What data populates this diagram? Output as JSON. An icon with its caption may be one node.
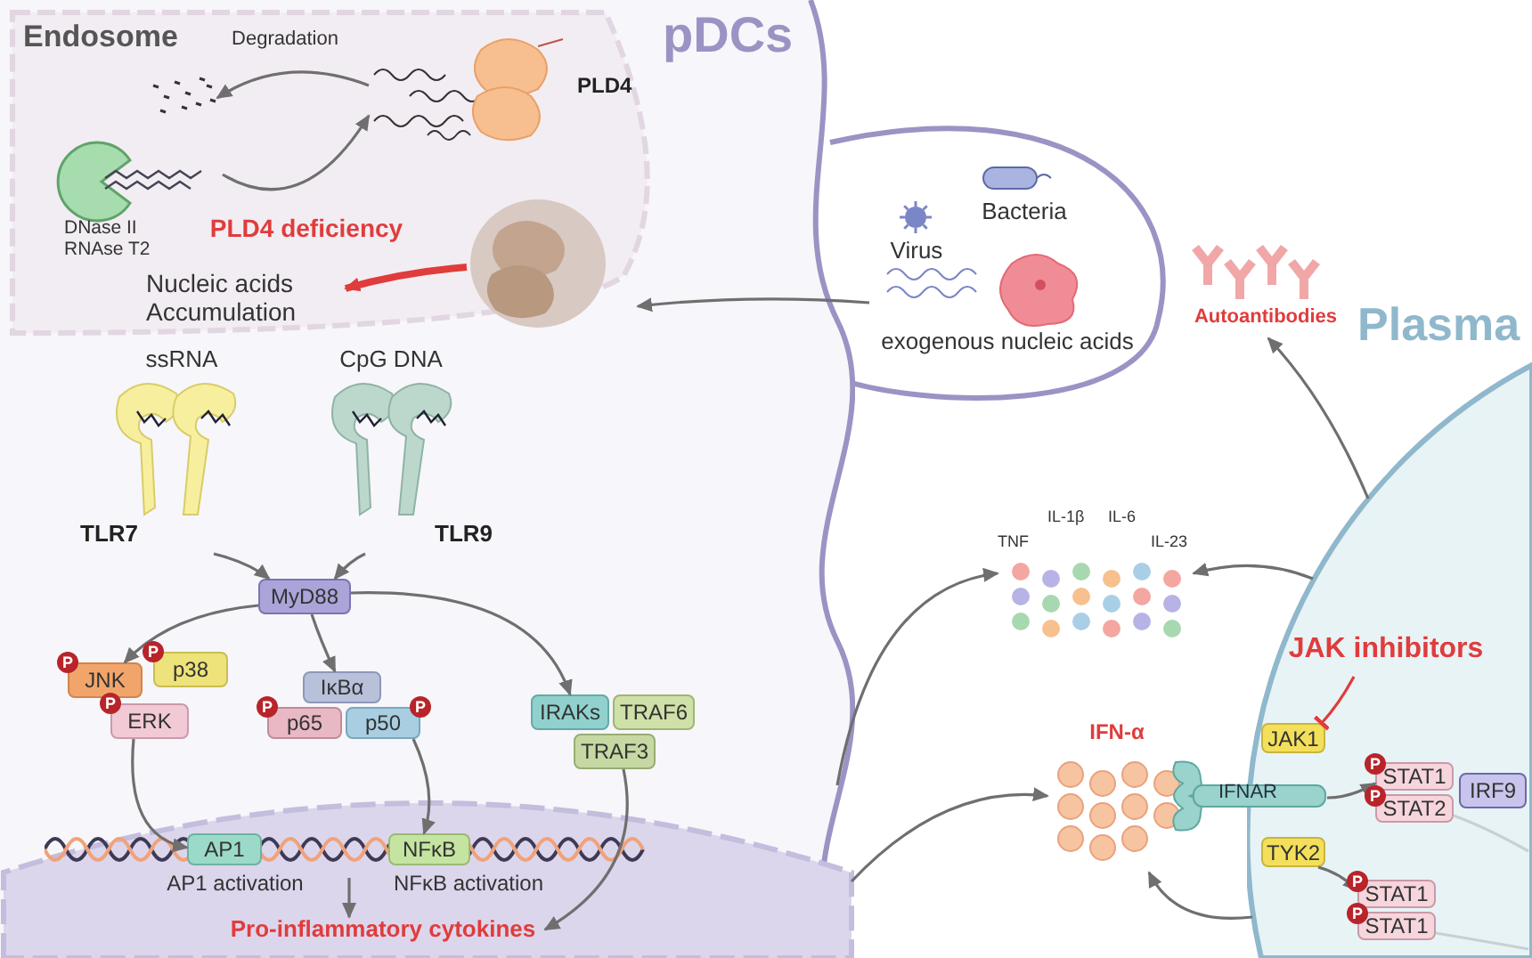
{
  "diagram": {
    "nodes": [
      {
        "text": [
          "pDCs"
        ]
      },
      {
        "text": [
          "Endosome"
        ],
        "in": 0
      },
      {
        "text": [],
        "shape": "picture",
        "in": 1
      },
      {
        "text": [
          "DNase II RNAse T2"
        ],
        "in": 1
      },
      {
        "text": [],
        "shape": "picture",
        "in": 1
      },
      {
        "text": [
          "PLD4"
        ],
        "in": 1
      },
      {
        "text": [],
        "shape": "picture",
        "in": 1
      },
      {
        "text": [
          "Nucleic acids Accumulation"
        ],
        "in": 1
      },
      {
        "text": [
          "ssRNA",
          "TLR7"
        ],
        "in": 0
      },
      {
        "text": [
          "CpG DNA",
          "TLR9"
        ],
        "in": 0
      },
      {
        "text": [
          "MyD88"
        ],
        "in": 0
      },
      {
        "text": [
          "JNK"
        ],
        "in": 0
      },
      {
        "text": [
          "p38"
        ],
        "in": 0
      },
      {
        "text": [
          "ERK"
        ],
        "in": 0
      },
      {
        "text": [
          "IκBα"
        ],
        "in": 0
      },
      {
        "text": [
          "p65"
        ],
        "in": 0
      },
      {
        "text": [
          "p50"
        ],
        "in": 0
      },
      {
        "text": [
          "IRAKs"
        ],
        "in": 0
      },
      {
        "text": [
          "TRAF6"
        ],
        "in": 0
      },
      {
        "text": [
          "TRAF3"
        ],
        "in": 0
      },
      {
        "text": [],
        "shape": "circle",
        "in": 0
      },
      {
        "text": [
          "AP1"
        ],
        "beside": [
          "AP1 activation"
        ],
        "in": 20
      },
      {
        "text": [
          "NFκB"
        ],
        "beside": [
          "NFκB activation"
        ],
        "in": 20
      },
      {
        "text": [
          "Pro-inflammatory cytokines"
        ],
        "in": 20
      },
      {
        "text": [
          "Virus"
        ]
      },
      {
        "text": [
          "Bacteria"
        ]
      },
      {
        "text": [
          "exogenous nucleic acids"
        ]
      },
      {
        "text": [
          "TNF",
          "IL-1β",
          "IL-6",
          "IL-23"
        ]
      },
      {
        "text": [
          "IFN-α"
        ]
      },
      {
        "text": [
          "Plasma"
        ]
      },
      {
        "text": [
          "Autoantibodies"
        ]
      },
      {
        "text": [
          "IFNAR"
        ]
      },
      {
        "text": [
          "JAK1"
        ],
        "in": 29
      },
      {
        "text": [
          "TYK2"
        ],
        "in": 29
      },
      {
        "text": [
          "STAT1"
        ],
        "in": 29
      },
      {
        "text": [
          "STAT2"
        ],
        "in": 29
      },
      {
        "text": [
          "IRF9"
        ],
        "in": 29
      },
      {
        "text": [
          "STAT1"
        ],
        "in": 29
      },
      {
        "text": [
          "STAT1"
        ],
        "in": 29
      },
      {
        "text": [
          "JAK inhibitors"
        ],
        "in": 29
      }
    ],
    "edges": [
      {
        "from": 3,
        "to": 4,
        "arrow": "to"
      },
      {
        "from": 4,
        "to": 2,
        "arrow": "to",
        "label": "Degradation"
      },
      {
        "from": 6,
        "to": 7,
        "arrow": "to",
        "label": "PLD4 deficiency",
        "style": "thick",
        "color": "#e03c3c"
      },
      {
        "from": 8,
        "to": 10,
        "arrow": "to"
      },
      {
        "from": 9,
        "to": 10,
        "arrow": "to"
      },
      {
        "from": 10,
        "to": 11,
        "arrow": "to"
      },
      {
        "from": 10,
        "to": 14,
        "arrow": "to"
      },
      {
        "from": 10,
        "to": 17,
        "arrow": "to"
      },
      {
        "from": 13,
        "to": 21,
        "arrow": "to"
      },
      {
        "from": 16,
        "to": 22,
        "arrow": "to"
      },
      {
        "from": 19,
        "to": 23,
        "arrow": "to"
      },
      {
        "from": null,
        "to": 23,
        "arrow": "to"
      },
      {
        "from": 26,
        "to": 1,
        "arrow": "to"
      },
      {
        "from": 20,
        "to": 27,
        "arrow": "to"
      },
      {
        "from": 29,
        "to": 27,
        "arrow": "to"
      },
      {
        "from": 20,
        "to": 28,
        "arrow": "to"
      },
      {
        "from": 29,
        "to": 28,
        "arrow": "to"
      },
      {
        "from": 29,
        "to": 30,
        "arrow": "to"
      },
      {
        "from": 39,
        "to": 32,
        "arrow": "other",
        "color": "#e03c3c"
      },
      {
        "from": 31,
        "to": 34,
        "arrow": "to"
      },
      {
        "from": 33,
        "to": 37,
        "arrow": "to"
      },
      {
        "from": 35,
        "to": null,
        "arrow": "none",
        "color": "#c8d0d4"
      },
      {
        "from": 38,
        "to": null,
        "arrow": "none",
        "color": "#c8d0d4"
      }
    ],
    "labels": [
      "P",
      "P",
      "P",
      "P",
      "P",
      "P",
      "P",
      "P",
      "P"
    ]
  }
}
